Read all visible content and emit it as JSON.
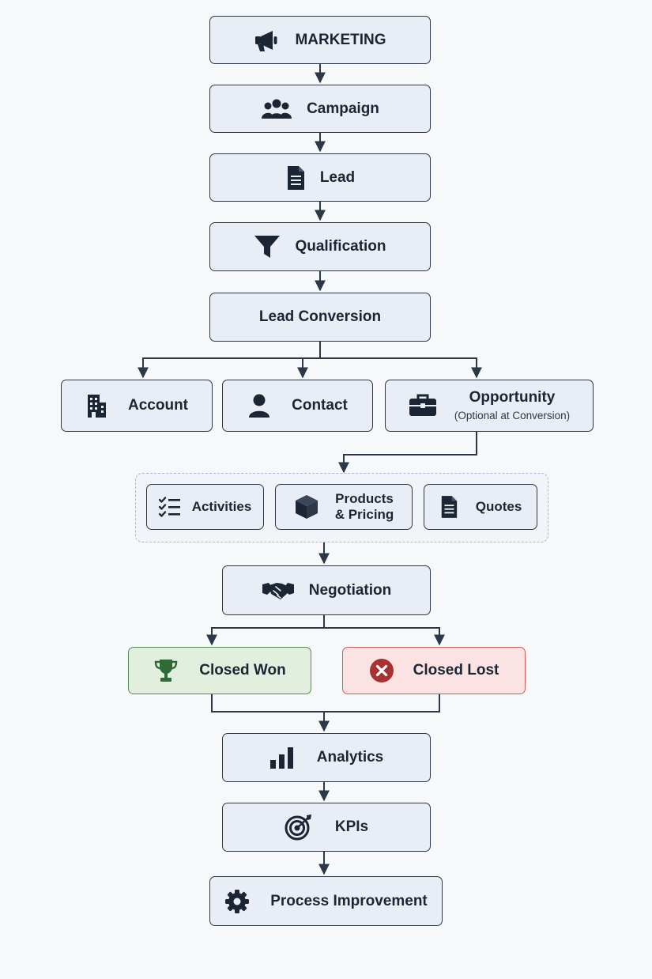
{
  "nodes": {
    "marketing": "MARKETING",
    "campaign": "Campaign",
    "lead": "Lead",
    "qualification": "Qualification",
    "lead_conversion": "Lead Conversion",
    "account": "Account",
    "contact": "Contact",
    "opportunity": "Opportunity",
    "opportunity_note": "(Optional at Conversion)",
    "activities": "Activities",
    "products_line1": "Products",
    "products_line2": "& Pricing",
    "quotes": "Quotes",
    "negotiation": "Negotiation",
    "closed_won": "Closed Won",
    "closed_lost": "Closed Lost",
    "analytics": "Analytics",
    "kpis": "KPIs",
    "process_improvement": "Process Improvement"
  },
  "icons": {
    "marketing": "megaphone-icon",
    "campaign": "people-group-icon",
    "lead": "document-icon",
    "qualification": "funnel-icon",
    "account": "building-icon",
    "contact": "person-icon",
    "opportunity": "briefcase-icon",
    "activities": "checklist-icon",
    "products": "box-icon",
    "quotes": "document-icon",
    "negotiation": "handshake-icon",
    "closed_won": "trophy-icon",
    "closed_lost": "close-circle-icon",
    "analytics": "bar-chart-icon",
    "kpis": "target-icon",
    "process_improvement": "gear-icon"
  },
  "colors": {
    "box_fill": "#e9eef6",
    "box_border": "#2c3747",
    "won_fill": "#e2efdf",
    "won_border": "#4f8f55",
    "won_icon": "#2f6b35",
    "lost_fill": "#fbe3e3",
    "lost_border": "#cc5b5b",
    "lost_icon": "#a83232",
    "connector": "#2c3747"
  }
}
